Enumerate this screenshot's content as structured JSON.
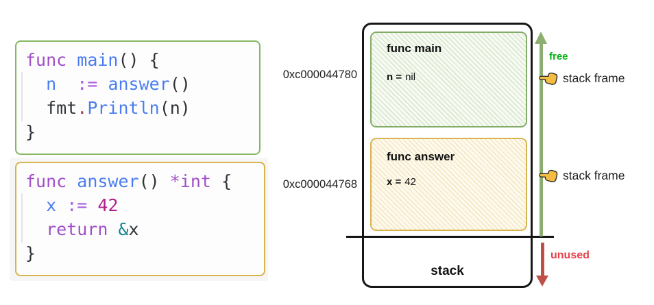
{
  "palette": {
    "code_keyword": "#a04fc7",
    "code_function": "#4a7df0",
    "code_operator": "#a85ce0",
    "code_number": "#b0208c",
    "code_ampersand": "#15818d",
    "code_punctuation": "#2f3337",
    "green_border": "#85b763",
    "yellow_border": "#d8b44e",
    "free_green": "#04b515",
    "unused_red": "#e8404a",
    "arrow_green": "#8cae70",
    "arrow_red": "#bd5147",
    "hand_fill": "#f5bc42"
  },
  "code_blocks": [
    {
      "name": "main-function-code",
      "lines": [
        [
          {
            "t": "func ",
            "c": "kw"
          },
          {
            "t": "main",
            "c": "fn"
          },
          {
            "t": "() {",
            "c": "pn"
          }
        ],
        [
          {
            "t": "  ",
            "c": "pn"
          },
          {
            "t": "n",
            "c": "fn"
          },
          {
            "t": "  ",
            "c": "pn"
          },
          {
            "t": ":=",
            "c": "op"
          },
          {
            "t": " ",
            "c": "pn"
          },
          {
            "t": "answer",
            "c": "fn"
          },
          {
            "t": "()",
            "c": "pn"
          }
        ],
        [
          {
            "t": "  ",
            "c": "pn"
          },
          {
            "t": "fmt",
            "c": "pn"
          },
          {
            "t": ".",
            "c": "dot"
          },
          {
            "t": "Println",
            "c": "fn"
          },
          {
            "t": "(n)",
            "c": "pn"
          }
        ],
        [
          {
            "t": "}",
            "c": "pn"
          }
        ]
      ]
    },
    {
      "name": "answer-function-code",
      "lines": [
        [
          {
            "t": "func ",
            "c": "kw"
          },
          {
            "t": "answer",
            "c": "fn"
          },
          {
            "t": "() ",
            "c": "pn"
          },
          {
            "t": "*int",
            "c": "kw"
          },
          {
            "t": " {",
            "c": "pn"
          }
        ],
        [
          {
            "t": "  ",
            "c": "pn"
          },
          {
            "t": "x",
            "c": "fn"
          },
          {
            "t": " ",
            "c": "pn"
          },
          {
            "t": ":=",
            "c": "op"
          },
          {
            "t": " ",
            "c": "pn"
          },
          {
            "t": "42",
            "c": "num"
          }
        ],
        [
          {
            "t": "  ",
            "c": "pn"
          },
          {
            "t": "return",
            "c": "kw"
          },
          {
            "t": " ",
            "c": "pn"
          },
          {
            "t": "&",
            "c": "amp"
          },
          {
            "t": "x",
            "c": "pn"
          }
        ],
        [
          {
            "t": "}",
            "c": "pn"
          }
        ]
      ]
    }
  ],
  "stack": {
    "label": "stack",
    "frames": [
      {
        "title": "func main",
        "variable": "n =",
        "value": "nil",
        "address": "0xc000044780"
      },
      {
        "title": "func answer",
        "variable": "x =",
        "value": "42",
        "address": "0xc000044768"
      }
    ],
    "free_label": "free",
    "unused_label": "unused",
    "frame_label_top": "stack frame",
    "frame_label_bottom": "stack frame"
  }
}
